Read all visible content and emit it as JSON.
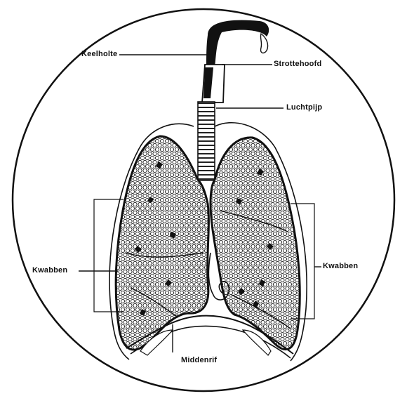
{
  "labels": {
    "keelholte": "Keelholte",
    "strottehoofd": "Strottehoofd",
    "luchtpijp": "Luchtpijp",
    "kwabben_left": "Kwabben",
    "kwabben_right": "Kwabben",
    "middenrif": "Middenrif"
  },
  "colors": {
    "ink": "#111111",
    "paper": "#ffffff"
  }
}
